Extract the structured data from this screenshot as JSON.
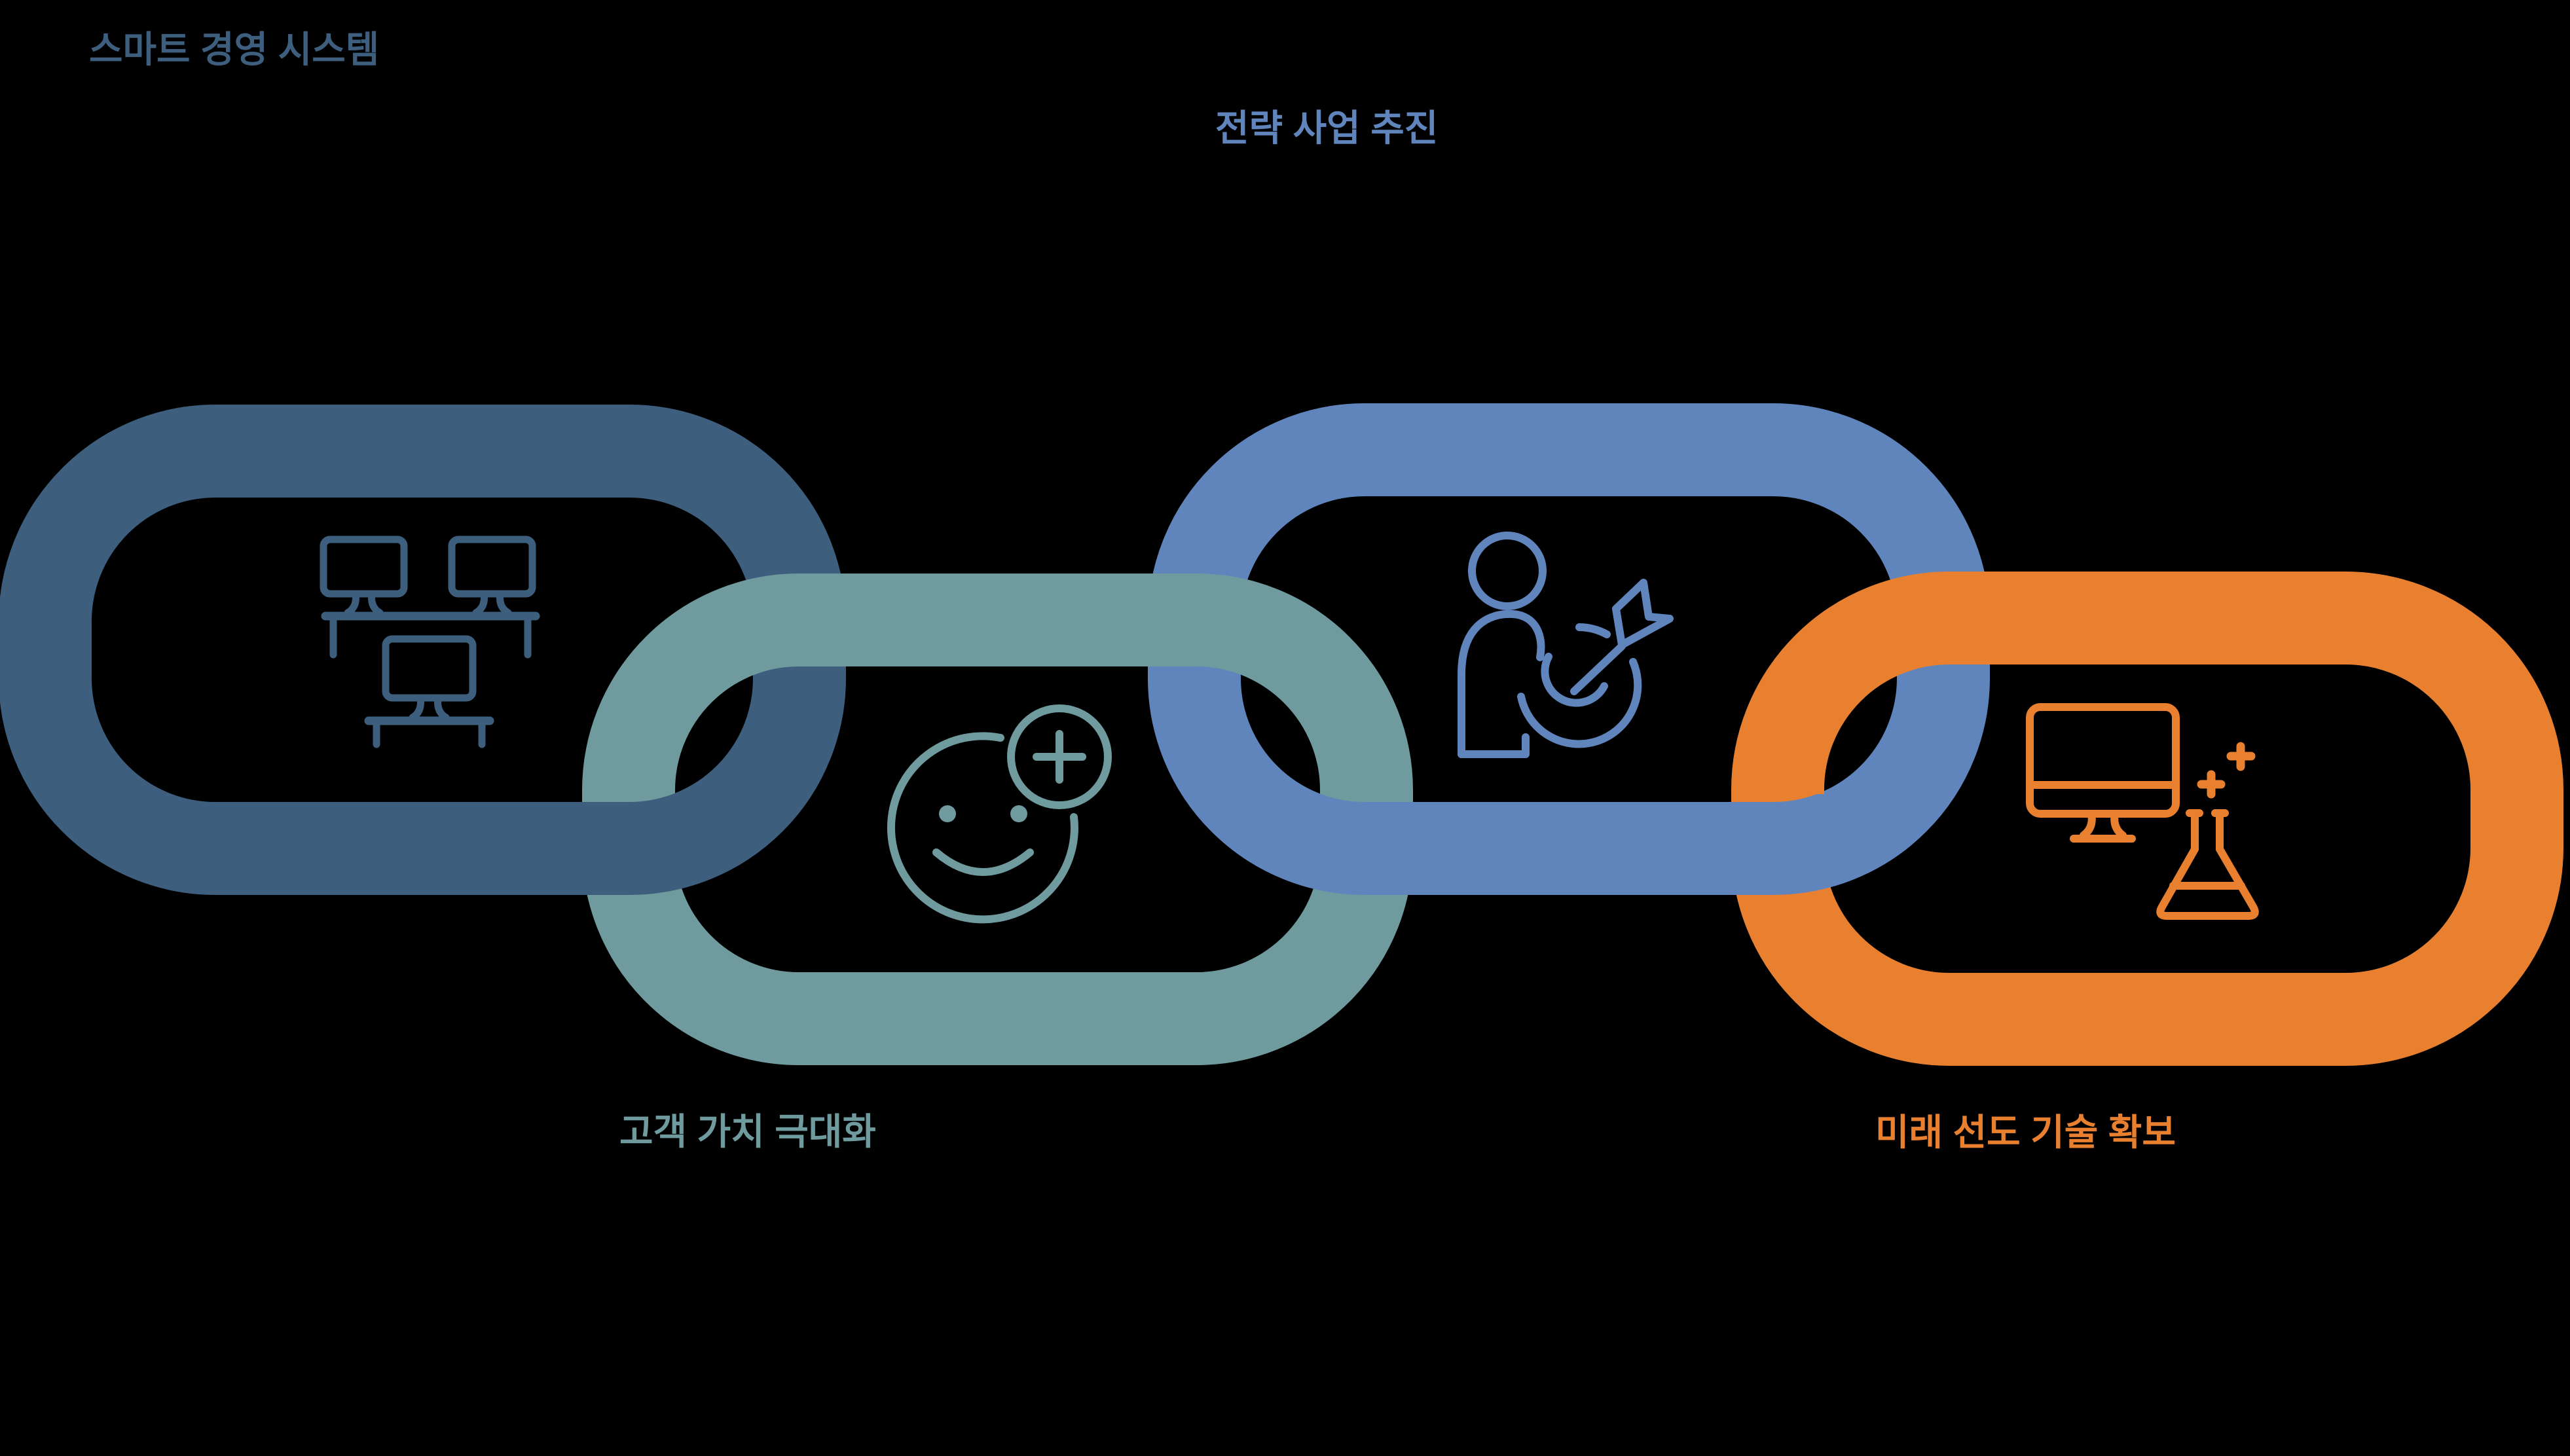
{
  "diagram": {
    "type": "interlocking-chain-links",
    "background": "#000000",
    "link_count": 4
  },
  "links": [
    {
      "label": "스마트 경영 시스템",
      "color": "#3D5E7D",
      "icon": "workstations-icon",
      "label_position": "top-left"
    },
    {
      "label": "고객 가치 극대화",
      "color": "#6F9A9E",
      "icon": "smiley-plus-icon",
      "label_position": "bottom-left"
    },
    {
      "label": "전략 사업 추진",
      "color": "#6085BD",
      "icon": "person-target-icon",
      "label_position": "top-center"
    },
    {
      "label": "미래 선도 기술 확보",
      "color": "#E8802F",
      "icon": "monitor-flask-icon",
      "label_position": "bottom-right"
    }
  ]
}
